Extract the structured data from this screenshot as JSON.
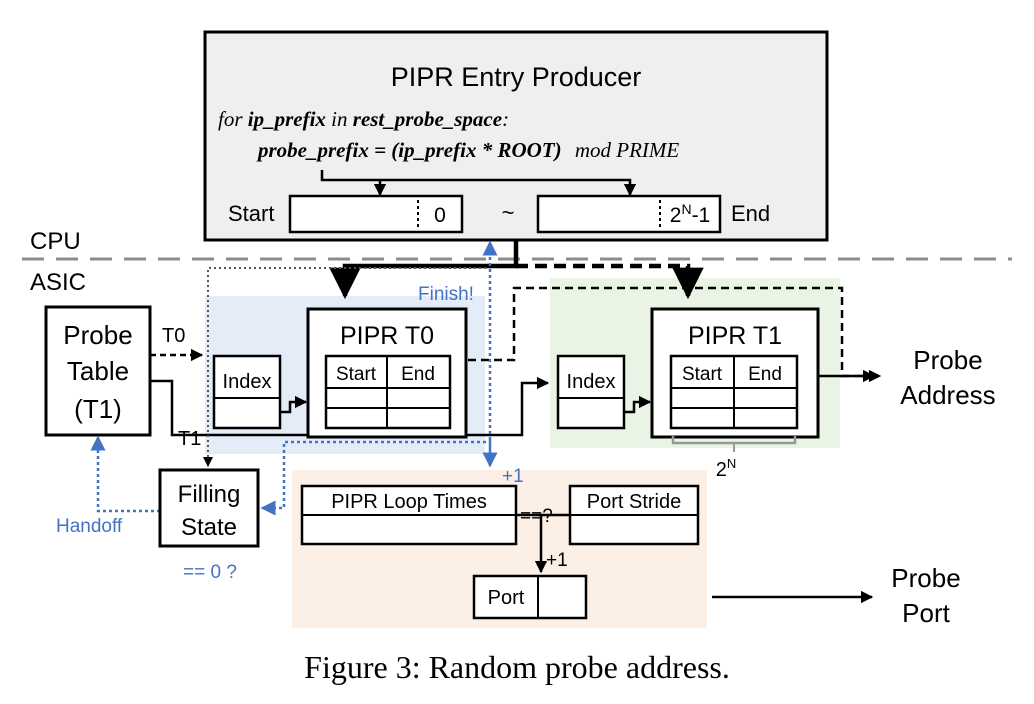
{
  "producer": {
    "title": "PIPR Entry Producer",
    "code_line1_kw": "for",
    "code_line1_var": "ip_prefix",
    "code_line1_in": "in",
    "code_line1_space": "rest_probe_space",
    "code_line1_colon": ":",
    "code_line2_lhs": "probe_prefix",
    "code_line2_expr": "= (ip_prefix * ROOT)",
    "code_line2_mod": "mod PRIME",
    "start_label": "Start",
    "start_value": "0",
    "tilde": "~",
    "end_value": "2N-1",
    "end_value_base": "2",
    "end_value_sup": "N",
    "end_value_tail": "-1",
    "end_label": "End"
  },
  "regions": {
    "cpu_label": "CPU",
    "asic_label": "ASIC"
  },
  "probe_table": {
    "line1": "Probe",
    "line2": "Table",
    "line3": "(T1)",
    "t0_label": "T0",
    "t1_label": "T1"
  },
  "pipr_t0": {
    "title": "PIPR T0",
    "index_label": "Index",
    "col_start": "Start",
    "col_end": "End",
    "finish_label": "Finish!"
  },
  "pipr_t1": {
    "title": "PIPR T1",
    "index_label": "Index",
    "col_start": "Start",
    "col_end": "End",
    "size_base": "2",
    "size_sup": "N"
  },
  "filling_state": {
    "line1": "Filling",
    "line2": "State",
    "check": "== 0 ?",
    "handoff": "Handoff"
  },
  "loop": {
    "loop_times": "PIPR Loop Times",
    "compare": "==?",
    "port_stride": "Port Stride",
    "plus_one_top": "+1",
    "plus_one_port": "+1",
    "port": "Port"
  },
  "outputs": {
    "probe_address_line1": "Probe",
    "probe_address_line2": "Address",
    "probe_port_line1": "Probe",
    "probe_port_line2": "Port"
  },
  "caption": "Figure 3: Random probe address.",
  "colors": {
    "producer_bg": "#efefef",
    "t0_region": "#e3ecf7",
    "t1_region": "#eaf4e4",
    "loop_region": "#fcefe6",
    "annotation_blue": "#4472c4",
    "divider_gray": "#8c8c8c"
  }
}
